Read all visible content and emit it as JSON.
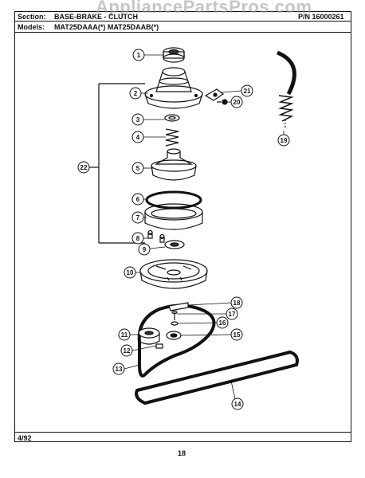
{
  "header": {
    "section_label": "Section:",
    "section_value": "BASE-BRAKE - CLUTCH",
    "part_number": "P/N 16000261",
    "models_label": "Models:",
    "models_value": "MAT25DAAA(*)   MAT25DAAB(*)"
  },
  "watermark": "AppliancePartsPros.com",
  "footer": {
    "date": "4/92",
    "page_number": "18"
  },
  "callouts": [
    "1",
    "2",
    "3",
    "4",
    "5",
    "6",
    "7",
    "8",
    "9",
    "10",
    "11",
    "12",
    "13",
    "14",
    "15",
    "16",
    "17",
    "18",
    "19",
    "20",
    "21",
    "22"
  ]
}
